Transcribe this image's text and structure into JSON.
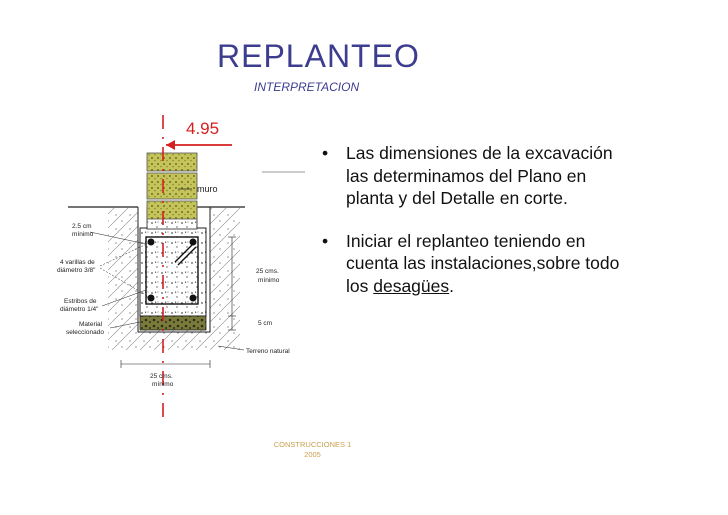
{
  "slide": {
    "title": "REPLANTEO",
    "subtitle": "INTERPRETACION",
    "bullets": [
      {
        "text": "Las dimensiones de la excavación las determinamos del Plano en planta y del Detalle en corte."
      },
      {
        "text_before": "Iniciar el replanteo teniendo en cuenta las instalaciones,sobre todo los ",
        "link_text": "desagües",
        "text_after": "."
      }
    ],
    "footer_line1": "CONSTRUCCIONES 1",
    "footer_line2": "2005"
  },
  "diagram": {
    "dimension": "4.95",
    "labels": {
      "muro": "muro",
      "cm25_top": "2.5 cm",
      "minimo_top": "mínimo",
      "varillas1": "4 varillas de",
      "varillas2": "diámetro 3/8\"",
      "estribos1": "Estribos de",
      "estribos2": "diámetro 1/4\"",
      "material1": "Material",
      "material2": "seleccionado",
      "cms25_right": "25 cms.",
      "minimo_right": "mínimo",
      "cm5": "5 cm",
      "terreno": "Terreno natural",
      "cms25_bottom": "25 cms.",
      "minimo_bottom": "mínimo"
    },
    "colors": {
      "red": "#d42020",
      "block": "#b9b848"
    }
  }
}
